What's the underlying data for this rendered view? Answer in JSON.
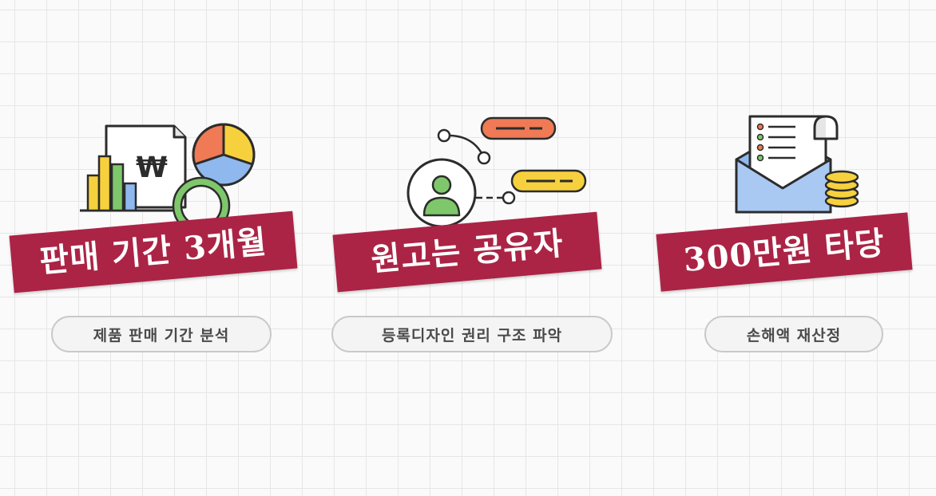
{
  "cards": [
    {
      "banner": "판매 기간 3개월",
      "pill": "제품 판매 기간 분석",
      "icon": "chart-document-magnifier-icon",
      "won_symbol": "₩"
    },
    {
      "banner": "원고는 공유자",
      "pill": "등록디자인 권리 구조 파악",
      "icon": "network-person-icon"
    },
    {
      "banner": "300만원 타당",
      "pill": "손해액 재산정",
      "icon": "envelope-coins-icon"
    }
  ],
  "colors": {
    "banner": "#ab2445",
    "pill_border": "#c9c9c9",
    "accent_orange": "#ef7a55",
    "accent_yellow": "#f7d13d",
    "accent_blue": "#8fb8ee",
    "accent_green": "#7ec86b"
  }
}
